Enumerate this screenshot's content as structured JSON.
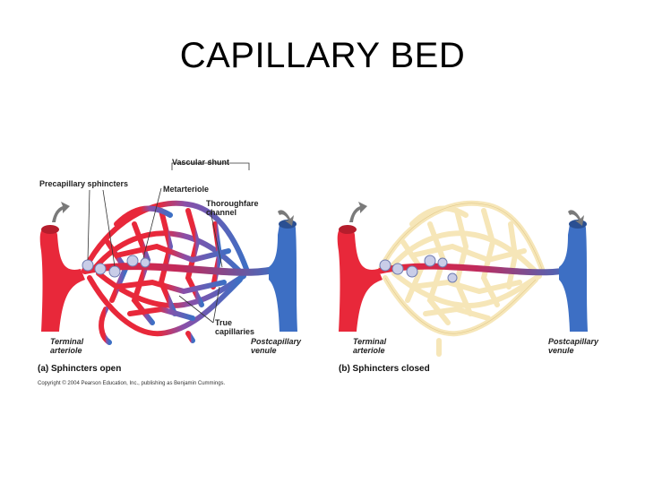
{
  "slide": {
    "title": "CAPILLARY BED"
  },
  "panel_a": {
    "labels": {
      "vascular_shunt": "Vascular shunt",
      "precapillary_sphincters": "Precapillary sphincters",
      "metarteriole": "Metarteriole",
      "thoroughfare_line1": "Thoroughfare",
      "thoroughfare_line2": "channel",
      "true_cap_line1": "True",
      "true_cap_line2": "capillaries",
      "terminal_line1": "Terminal",
      "terminal_line2": "arteriole",
      "postcap_line1": "Postcapillary",
      "postcap_line2": "venule"
    },
    "caption": "(a) Sphincters open"
  },
  "panel_b": {
    "labels": {
      "terminal_line1": "Terminal",
      "terminal_line2": "arteriole",
      "postcap_line1": "Postcapillary",
      "postcap_line2": "venule"
    },
    "caption": "(b) Sphincters closed"
  },
  "copyright": "Copyright © 2004 Pearson Education, Inc., publishing as Benjamin Cummings.",
  "colors": {
    "arteriole_red": "#e8283a",
    "venule_blue": "#3d6fc4",
    "collapsed_capillary": "#f6e6b8",
    "sphincter": "#c9cde8",
    "arrow_gray": "#7a7a7a"
  }
}
